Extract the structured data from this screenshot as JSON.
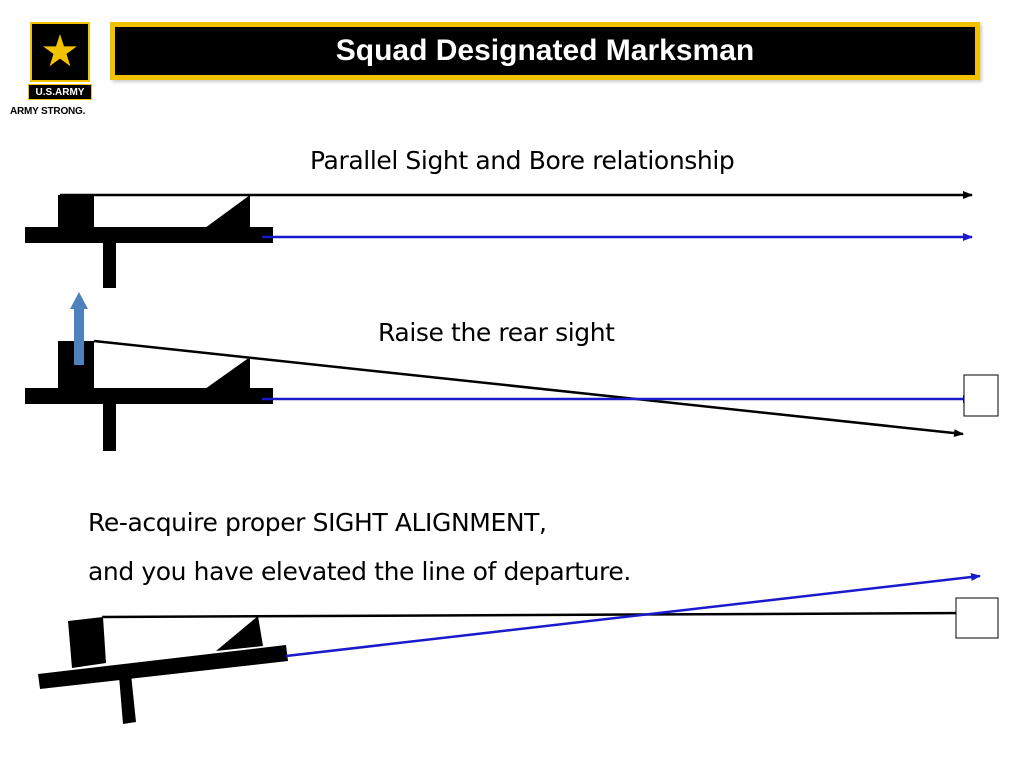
{
  "header": {
    "title": "Squad Designated Marksman",
    "logo": {
      "plate_text": "U.S.ARMY",
      "tagline": "ARMY STRONG.",
      "icon": "star-icon"
    }
  },
  "panels": [
    {
      "caption": "Parallel Sight and Bore relationship"
    },
    {
      "caption": "Raise the rear sight"
    },
    {
      "caption_lines": [
        "Re-acquire proper SIGHT ALIGNMENT,",
        "and you have elevated the line of departure."
      ]
    }
  ],
  "colors": {
    "sight_line": "#000000",
    "bore_line": "#1a1acc",
    "raise_arrow": "#4f81bd",
    "brand_gold": "#f2c200"
  }
}
